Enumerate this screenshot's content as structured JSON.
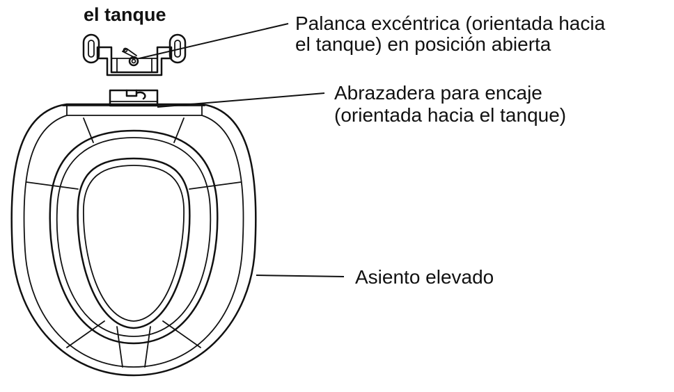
{
  "labels": {
    "top_heading": "el tanque",
    "cam_lever_line1": "Palanca excéntrica (orientada hacia",
    "cam_lever_line2": "el tanque) en posición abierta",
    "bracket_line1": "Abrazadera para encaje",
    "bracket_line2": "(orientada hacia el tanque)",
    "seat": "Asiento elevado"
  },
  "colors": {
    "stroke": "#111111",
    "background": "#ffffff"
  }
}
